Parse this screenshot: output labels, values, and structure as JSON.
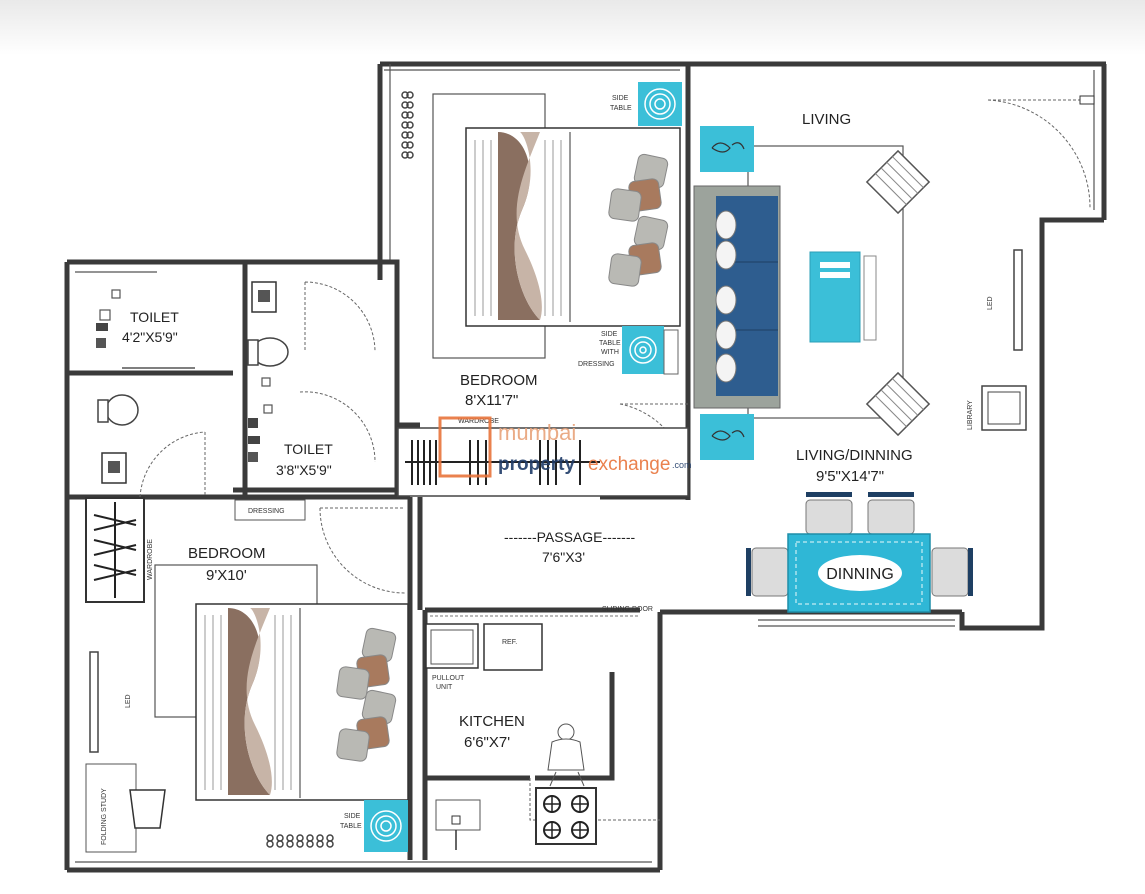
{
  "colors": {
    "wall": "#3a3a3a",
    "accent_cyan": "#3bbfd8",
    "sofa_blue": "#2e5d8f",
    "dining_table": "#2fb7d6",
    "pillow_grey": "#b9b9b4",
    "pillow_brown": "#a87a5e"
  },
  "rooms": {
    "toilet_1": {
      "name": "TOILET",
      "size": "4'2\"X5'9\""
    },
    "toilet_2": {
      "name": "TOILET",
      "size": "3'8\"X5'9\""
    },
    "bedroom_1": {
      "name": "BEDROOM",
      "size": "8'X11'7\""
    },
    "bedroom_2": {
      "name": "BEDROOM",
      "size": "9'X10'"
    },
    "living": {
      "name": "LIVING"
    },
    "living_dining": {
      "name": "LIVING/DINNING",
      "size": "9'5\"X14'7\""
    },
    "passage": {
      "name": "-------PASSAGE-------",
      "size": "7'6\"X3'"
    },
    "kitchen": {
      "name": "KITCHEN",
      "size": "6'6\"X7'"
    }
  },
  "labels": {
    "side_table_top": [
      "SIDE",
      "TABLE"
    ],
    "side_table_dressing": [
      "SIDE",
      "TABLE",
      "WITH",
      "DRESSING"
    ],
    "side_table_bottom": [
      "SIDE",
      "TABLE"
    ],
    "wardrobe_top": "WARDROBE",
    "wardrobe_left": "WARDROBE",
    "dressing": "DRESSING",
    "dinning": "DINNING",
    "sliding_door": "SLIDING DOOR",
    "ref": "REF.",
    "pullout_unit": [
      "PULLOUT",
      "UNIT"
    ],
    "led_right": "LED",
    "led_left": "LED",
    "library": "LIBRARY",
    "folding_study": "FOLDING STUDY"
  },
  "watermark": {
    "line1": "mumbai",
    "line2a": "property",
    "line2b": "exchange",
    "suffix": ".com"
  },
  "icons": [
    "bed-icon",
    "sofa-icon",
    "armchair-icon",
    "dining-table-icon",
    "chair-icon",
    "toilet-icon",
    "washbasin-icon",
    "stove-icon",
    "sink-icon",
    "wardrobe-icon",
    "lamp-icon",
    "chef-figure-icon"
  ]
}
